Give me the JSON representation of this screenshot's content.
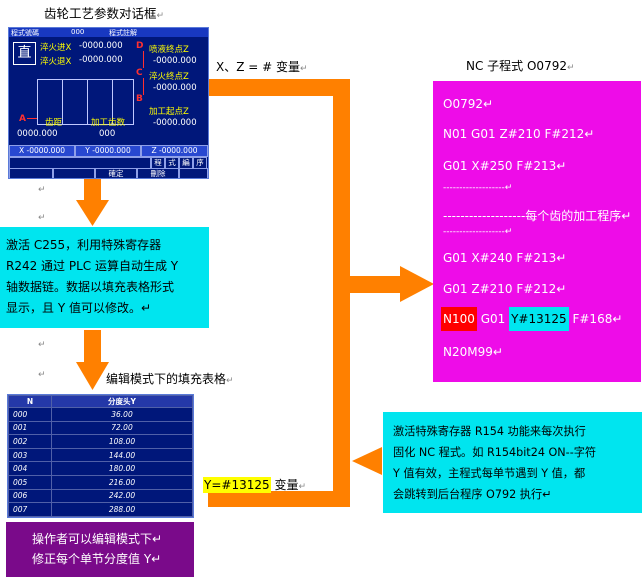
{
  "labels": {
    "dialog_title": "齿轮工艺参数对话框",
    "xz_variable": "X、Z = # 变量",
    "nc_title": "NC 子程式 O0792",
    "table_title": "编辑模式下的填充表格",
    "y_variable_chip": "Y=#13125",
    "y_variable_suffix": "变量",
    "paragraph_mark": "↵"
  },
  "dialog": {
    "header_left": "程式號碼",
    "header_num": "000",
    "header_right": "程式註解",
    "icon": "直",
    "rows": [
      {
        "label": "淬火进X",
        "value": "-0000.000"
      },
      {
        "label": "淬火退X",
        "value": "-0000.000"
      }
    ],
    "right_rows": [
      {
        "label": "喷液终点Z",
        "value": "-0000.000"
      },
      {
        "label": "淬火终点Z",
        "value": "-0000.000"
      },
      {
        "label": "加工起点Z",
        "value": "-0000.000"
      }
    ],
    "markers": [
      "D",
      "C",
      "B",
      "A"
    ],
    "bottom_labels": [
      "齿距",
      "加工齿数"
    ],
    "bottom_values": [
      "0000.000",
      "000"
    ],
    "coords": [
      "X -0000.000",
      "Y -0000.000",
      "Z -0000.000"
    ],
    "status": [
      "程",
      "式",
      "編",
      "序"
    ],
    "buttons": [
      "確定",
      "刪除"
    ]
  },
  "left_box": {
    "lines": [
      "激活  C255，利用特殊寄存器",
      "R242 通过 PLC 运算自动生成 Y",
      "轴数据链。数据以填充表格形式",
      "显示，且 Y 值可以修改。↵"
    ]
  },
  "nc_program": {
    "lines": [
      "O0792↵",
      "N01    G01 Z#210 F#212↵",
      "G01 X#250 F#213↵",
      "-------------------↵",
      "-------------------每个齿的加工程序↵",
      "-------------------↵",
      "G01 X#240 F#213↵",
      "G01 Z#210 F#212↵",
      "",
      "N20M99↵"
    ],
    "highlight_line": {
      "n": "N100",
      "mid": " G01 ",
      "y": "Y#13125",
      "rest": " F#168↵"
    },
    "colors": {
      "background": "#ee0ce8",
      "red": "#ff0000",
      "cyan": "#00e5ef"
    }
  },
  "right_box": {
    "lines": [
      "激活特殊寄存器 R154 功能来每次执行",
      "固化 NC 程式。如 R154bit24 ON--字符",
      "Y 值有效，主程式每单节遇到 Y 值，都",
      "会跳转到后台程序 O792 执行↵"
    ]
  },
  "table": {
    "headers": [
      "N",
      "分度头Y"
    ],
    "rows": [
      [
        "000",
        "36.00"
      ],
      [
        "001",
        "72.00"
      ],
      [
        "002",
        "108.00"
      ],
      [
        "003",
        "144.00"
      ],
      [
        "004",
        "180.00"
      ],
      [
        "005",
        "216.00"
      ],
      [
        "006",
        "242.00"
      ],
      [
        "007",
        "288.00"
      ]
    ]
  },
  "operator_box": {
    "lines": [
      "操作者可以编辑模式下↵",
      "修正每个单节分度值 Y↵"
    ],
    "color": "#7a0a8a"
  },
  "colors": {
    "connector": "#ff8000",
    "dialog_bg": "#00177a",
    "chip_yellow": "#ffff00"
  }
}
